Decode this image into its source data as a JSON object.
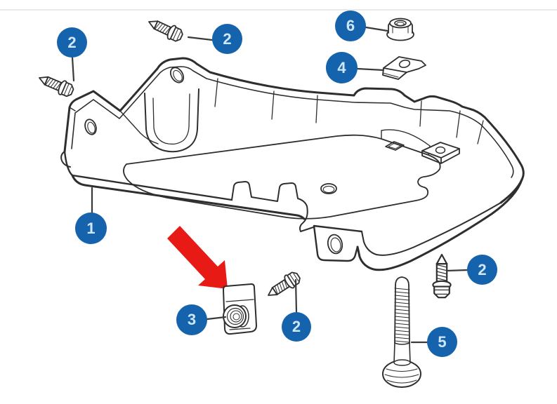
{
  "diagram": {
    "callouts": [
      {
        "label": "2",
        "part": "hex-flange-screw"
      },
      {
        "label": "2",
        "part": "hex-flange-screw"
      },
      {
        "label": "6",
        "part": "hex-flange-nut"
      },
      {
        "label": "4",
        "part": "u-clip-nut"
      },
      {
        "label": "1",
        "part": "battery-tray"
      },
      {
        "label": "3",
        "part": "cage-clip-nut"
      },
      {
        "label": "2",
        "part": "hex-flange-screw"
      },
      {
        "label": "2",
        "part": "hex-flange-screw"
      },
      {
        "label": "5",
        "part": "long-hex-bolt"
      }
    ],
    "highlight_arrow": {
      "target_callout": "3",
      "color": "#e81a16"
    },
    "colors": {
      "callout_fill": "#1563ac",
      "callout_text": "#cfe7f8",
      "line_art": "#2e2e2e",
      "connector": "#3a3a3a",
      "background": "#ffffff",
      "top_rule": "#e9e9e9"
    }
  }
}
